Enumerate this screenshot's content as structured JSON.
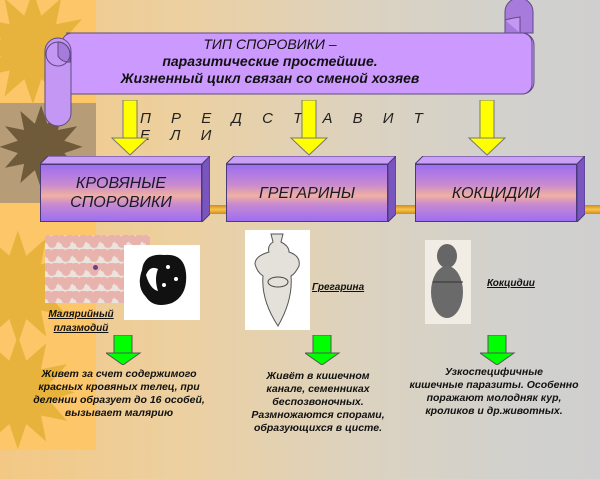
{
  "header_scroll": {
    "line1": "ТИП СПОРОВИКИ –",
    "line2": "паразитические простейшие.",
    "line3": "Жизненный цикл связан со сменой хозяев"
  },
  "subtitle": "ПРЕДСТАВИТЕЛИ",
  "subtitle_visible": "П Р Е Д С Т А   В И Т Е Л И",
  "groups": [
    {
      "title": "КРОВЯНЫЕ СПОРОВИКИ",
      "title_line1": "КРОВЯНЫЕ",
      "title_line2": "СПОРОВИКИ",
      "image_caption_line1": "Малярийный",
      "image_caption_line2": "плазмодий",
      "description": "Живет за счет содержимого красных кровяных телец, при делении образует до 16 особей, вызывает малярию",
      "description_lines": [
        "Живет за счет содержимого",
        "красных кровяных телец, при",
        "делении образует до 16 особей,",
        "вызывает малярию"
      ]
    },
    {
      "title": "ГРЕГАРИНЫ",
      "image_caption": "Грегарина",
      "description": "Живёт в кишечном канале, семенниках беспозвоночных. Размножаются спорами, образующихся в цисте.",
      "description_lines": [
        "Живёт в кишечном",
        "канале, семенниках",
        "беспозвоночных.",
        "Размножаются спорами,",
        "образующихся в цисте."
      ]
    },
    {
      "title": "КОКЦИДИИ",
      "image_caption": "Кокцидии",
      "description": "Узкоспецифичные кишечные паразиты. Особенно поражают молодняк кур, кроликов и др.животных.",
      "description_lines": [
        "Узкоспецифичные",
        "кишечные паразиты. Особенно",
        "поражают молодняк кур,",
        "кроликов и др.животных."
      ]
    }
  ],
  "colors": {
    "scroll": "#cc99ff",
    "arrow_yellow": "#ffff00",
    "arrow_green": "#00ff00",
    "box_top": "#9d6ef2",
    "box_mid": "#f0b0a0",
    "connector_bar": "#f7c449",
    "left_band": "#fcc669"
  },
  "icons": {
    "sun": "✹"
  }
}
